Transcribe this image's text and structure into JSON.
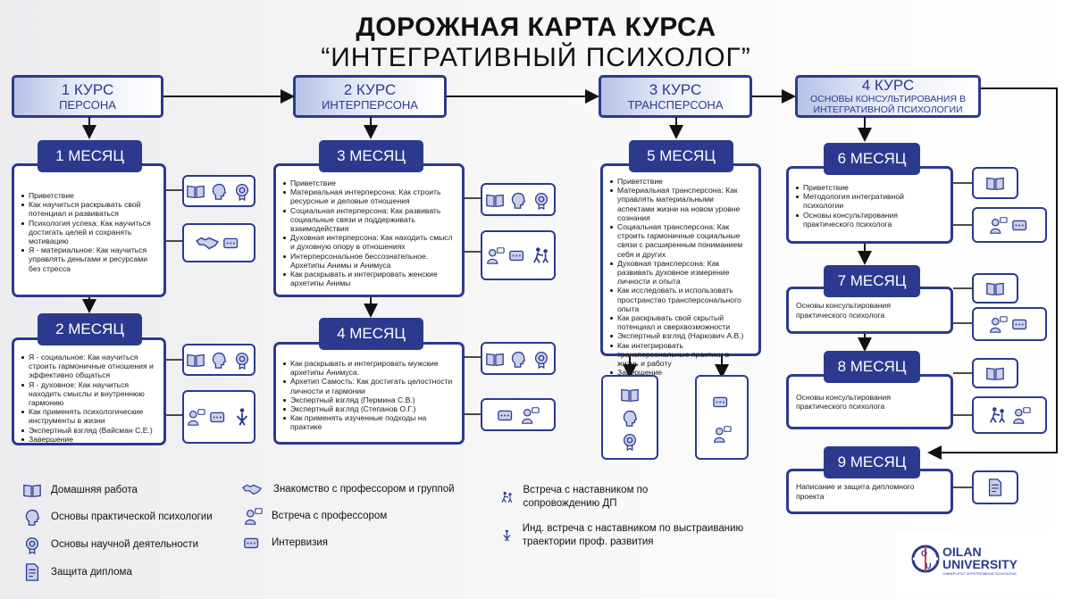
{
  "title": {
    "line1": "ДОРОЖНАЯ КАРТА КУРСА",
    "line2": "“ИНТЕГРАТИВНЫЙ ПСИХОЛОГ”"
  },
  "courses": [
    {
      "num": "1 КУРС",
      "name": "ПЕРСОНА"
    },
    {
      "num": "2 КУРС",
      "name": "ИНТЕРПЕРСОНА"
    },
    {
      "num": "3 КУРС",
      "name": "ТРАНСПЕРСОНА"
    },
    {
      "num": "4 КУРС",
      "name": "ОСНОВЫ КОНСУЛЬТИРОВАНИЯ В ИНТЕГРАТИВНОЙ ПСИХОЛОГИИ"
    }
  ],
  "months": [
    {
      "label": "1 МЕСЯЦ",
      "items": [
        "Приветствие",
        "Как научиться раскрывать свой потенциал и развиваться",
        "Психология успеха: Как научиться достигать целей и сохранять мотивацию",
        "Я - материальное: Как научиться управлять деньгами и ресурсами без стресса"
      ]
    },
    {
      "label": "2 МЕСЯЦ",
      "items": [
        "Я - социальное: Как научиться строить гармоничные отношения и эффективно общаться",
        "Я - духовное: Как научиться находить смыслы и внутреннюю гармонию",
        "Как применять психологические инструменты в жизни",
        "Экспертный взгляд (Вайсман С.Е.)",
        "Завершение"
      ]
    },
    {
      "label": "3 МЕСЯЦ",
      "items": [
        "Приветствие",
        "Материальная интерперсона: Как строить ресурсные и деловые отношения",
        "Социальная интерперсона: Как развивать социальные связи и поддерживать взаимодействия",
        "Духовная интерперсона: Как находить смысл и духовную опору в отношениях",
        "Интерперсональное бессознательное. Архетипы Анимы и Анимуса",
        "Как раскрывать и интегрировать женские архетипы Анимы"
      ]
    },
    {
      "label": "4 МЕСЯЦ",
      "items": [
        "Как раскрывать и интегрировать мужские архетипы Анимуса.",
        "Архетип Самость: Как достигать целостности личности и гармонии",
        "Экспертный взгляд (Пермина С.В.)",
        "Экспертный взгляд (Степанов О.Г.)",
        "Как применять изученные подходы на практике"
      ]
    },
    {
      "label": "5 МЕСЯЦ",
      "items": [
        "Приветствие",
        "Материальная трансперсона: Как управлять материальными аспектами жизни на новом уровне сознания",
        "Социальная трансперсона: Как строить гармоничные социальные связи с расширенным пониманием себя и других",
        "Духовная трансперсона: Как развивать духовное измерение личности и опыта",
        "Как исследовать и использовать пространство трансперсонального опыта",
        "Как раскрывать свой скрытый потенциал и сверхвозможности",
        "Экспертный взгляд (Наркович А.В.)",
        "Как интегрировать трансперсональные практики в жизнь и работу",
        "Завершение"
      ]
    },
    {
      "label": "6 МЕСЯЦ",
      "items": [
        "Приветствие",
        "Методология интегративной психологии",
        "Основы консультирования практического психолога"
      ]
    },
    {
      "label": "7 МЕСЯЦ",
      "text": "Основы консультирования практического психолога"
    },
    {
      "label": "8 МЕСЯЦ",
      "text": "Основы консультирования практического психолога"
    },
    {
      "label": "9 МЕСЯЦ",
      "text": "Написание и защита дипломного проекта"
    }
  ],
  "legend": [
    {
      "icon": "homework-icon",
      "label": "Домашняя работа"
    },
    {
      "icon": "practical-psychology-icon",
      "label": "Основы практической психологии"
    },
    {
      "icon": "research-icon",
      "label": "Основы научной деятельности"
    },
    {
      "icon": "diploma-icon",
      "label": "Защита диплома"
    },
    {
      "icon": "handshake-icon",
      "label": "Знакомство с профессором и группой"
    },
    {
      "icon": "professor-meeting-icon",
      "label": "Встреча с профессором"
    },
    {
      "icon": "intervision-icon",
      "label": "Интервизия"
    },
    {
      "icon": "mentor-meeting-icon",
      "label": "Встреча с наставником по сопровождению ДП"
    },
    {
      "icon": "individual-mentor-icon",
      "label": "Инд. встреча с наставником по выстраиванию траектории проф. развития"
    }
  ],
  "logo": {
    "name": "OILAN UNIVERSITY",
    "tagline": "УНИВЕРСИТЕТ ИНТЕГРАТИВНОЙ ПСИХОЛОГИИ"
  },
  "colors": {
    "primary": "#2b3a8f",
    "light": "#c8d0ec"
  }
}
